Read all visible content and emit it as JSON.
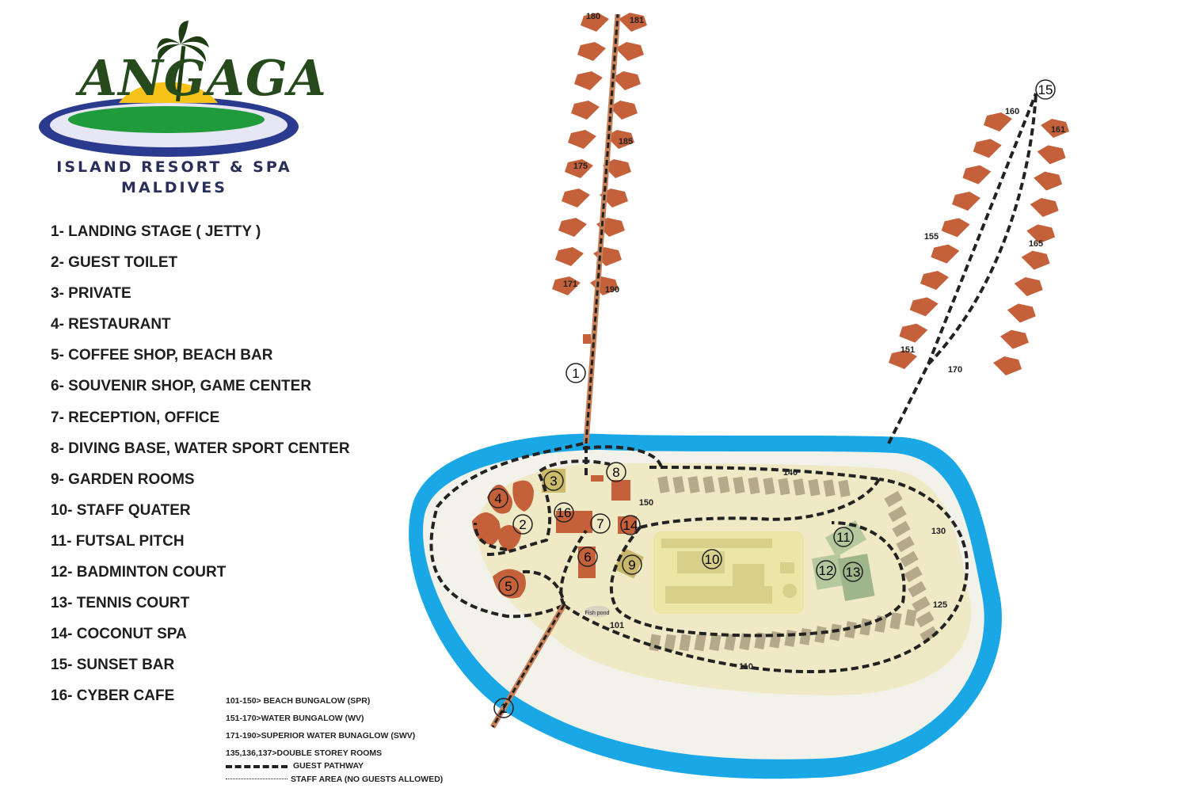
{
  "logo": {
    "name": "ANGAGA",
    "line1": "ISLAND RESORT & SPA",
    "line2": "MALDIVES"
  },
  "legend": [
    "1- LANDING STAGE ( JETTY )",
    "2- GUEST TOILET",
    "3- PRIVATE",
    "4- RESTAURANT",
    "5- COFFEE SHOP, BEACH BAR",
    "6- SOUVENIR SHOP, GAME CENTER",
    "7- RECEPTION, OFFICE",
    "8- DIVING BASE, WATER SPORT CENTER",
    "9- GARDEN ROOMS",
    "10- STAFF QUATER",
    "11- FUTSAL PITCH",
    "12- BADMINTON COURT",
    "13- TENNIS COURT",
    "14- COCONUT SPA",
    "15- SUNSET BAR",
    "16- CYBER CAFE"
  ],
  "room_key": {
    "beach": "101-150> BEACH BUNGALOW (SPR)",
    "water": "151-170>WATER BUNGALOW (WV)",
    "superior": "171-190>SUPERIOR WATER BUNAGLOW (SWV)",
    "double": "135,136,137>DOUBLE STOREY ROOMS",
    "guest_path": "GUEST PATHWAY",
    "staff_area": "STAFF AREA (NO GUESTS ALLOWED)"
  },
  "map_labels": {
    "fish_pond": "Fish pond",
    "jetty_south": "1",
    "jetty_north": "1",
    "site_2": "2",
    "site_3": "3",
    "site_4": "4",
    "site_5": "5",
    "site_6": "6",
    "site_7": "7",
    "site_8": "8",
    "site_9": "9",
    "site_10": "10",
    "site_11": "11",
    "site_12": "12",
    "site_13": "13",
    "site_14": "14",
    "site_15": "15",
    "site_16": "16",
    "room_101": "101",
    "room_110": "110",
    "room_125": "125",
    "room_130": "130",
    "room_140": "140",
    "room_150": "150",
    "room_151": "151",
    "room_155": "155",
    "room_160": "160",
    "room_161": "161",
    "room_165": "165",
    "room_170": "170",
    "room_171": "171",
    "room_175": "175",
    "room_180": "180",
    "room_181": "181",
    "room_185": "185",
    "room_190": "190"
  },
  "colors": {
    "lagoon": "#1aa7e6",
    "beach": "#f2f2ea",
    "island": "#efe9c6",
    "building": "#c5613a",
    "bungalow": "#b5a98c",
    "staff": "#ebe6a5",
    "court": "#b6c89e",
    "path": "#222222"
  }
}
